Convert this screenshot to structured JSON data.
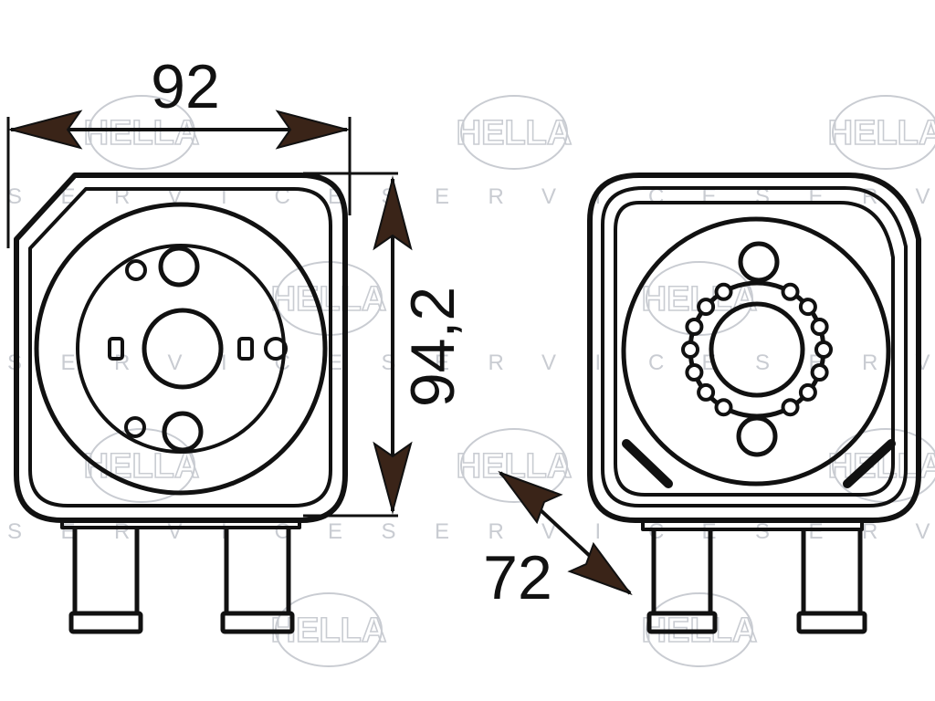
{
  "watermark": {
    "brand": "HELLA",
    "service_letters": [
      "S",
      "E",
      "R",
      "V",
      "I",
      "C",
      "E"
    ],
    "color": "#c9ccd2"
  },
  "dimensions": {
    "width": "92",
    "height": "94,2",
    "depth": "72"
  },
  "colors": {
    "line": "#111111",
    "arrow_fill": "#3a2418"
  }
}
